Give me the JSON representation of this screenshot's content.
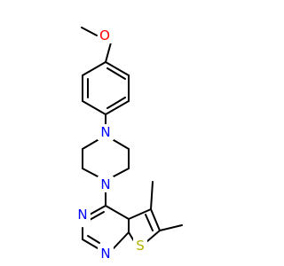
{
  "colors": {
    "bond": "#000000",
    "oxygen": "#ff0000",
    "nitrogen": "#0000ff",
    "sulfur": "#b2b200",
    "background": "#ffffff"
  },
  "molecule": {
    "atoms": {
      "o_methoxy": {
        "label": "O",
        "element": "oxygen"
      },
      "n_piperazine_top": {
        "label": "N",
        "element": "nitrogen"
      },
      "n_piperazine_bottom": {
        "label": "N",
        "element": "nitrogen"
      },
      "n_pyrimidine_left": {
        "label": "N",
        "element": "nitrogen"
      },
      "n_pyrimidine_bottom": {
        "label": "N",
        "element": "nitrogen"
      },
      "s_thiophene": {
        "label": "S",
        "element": "sulfur"
      }
    }
  }
}
